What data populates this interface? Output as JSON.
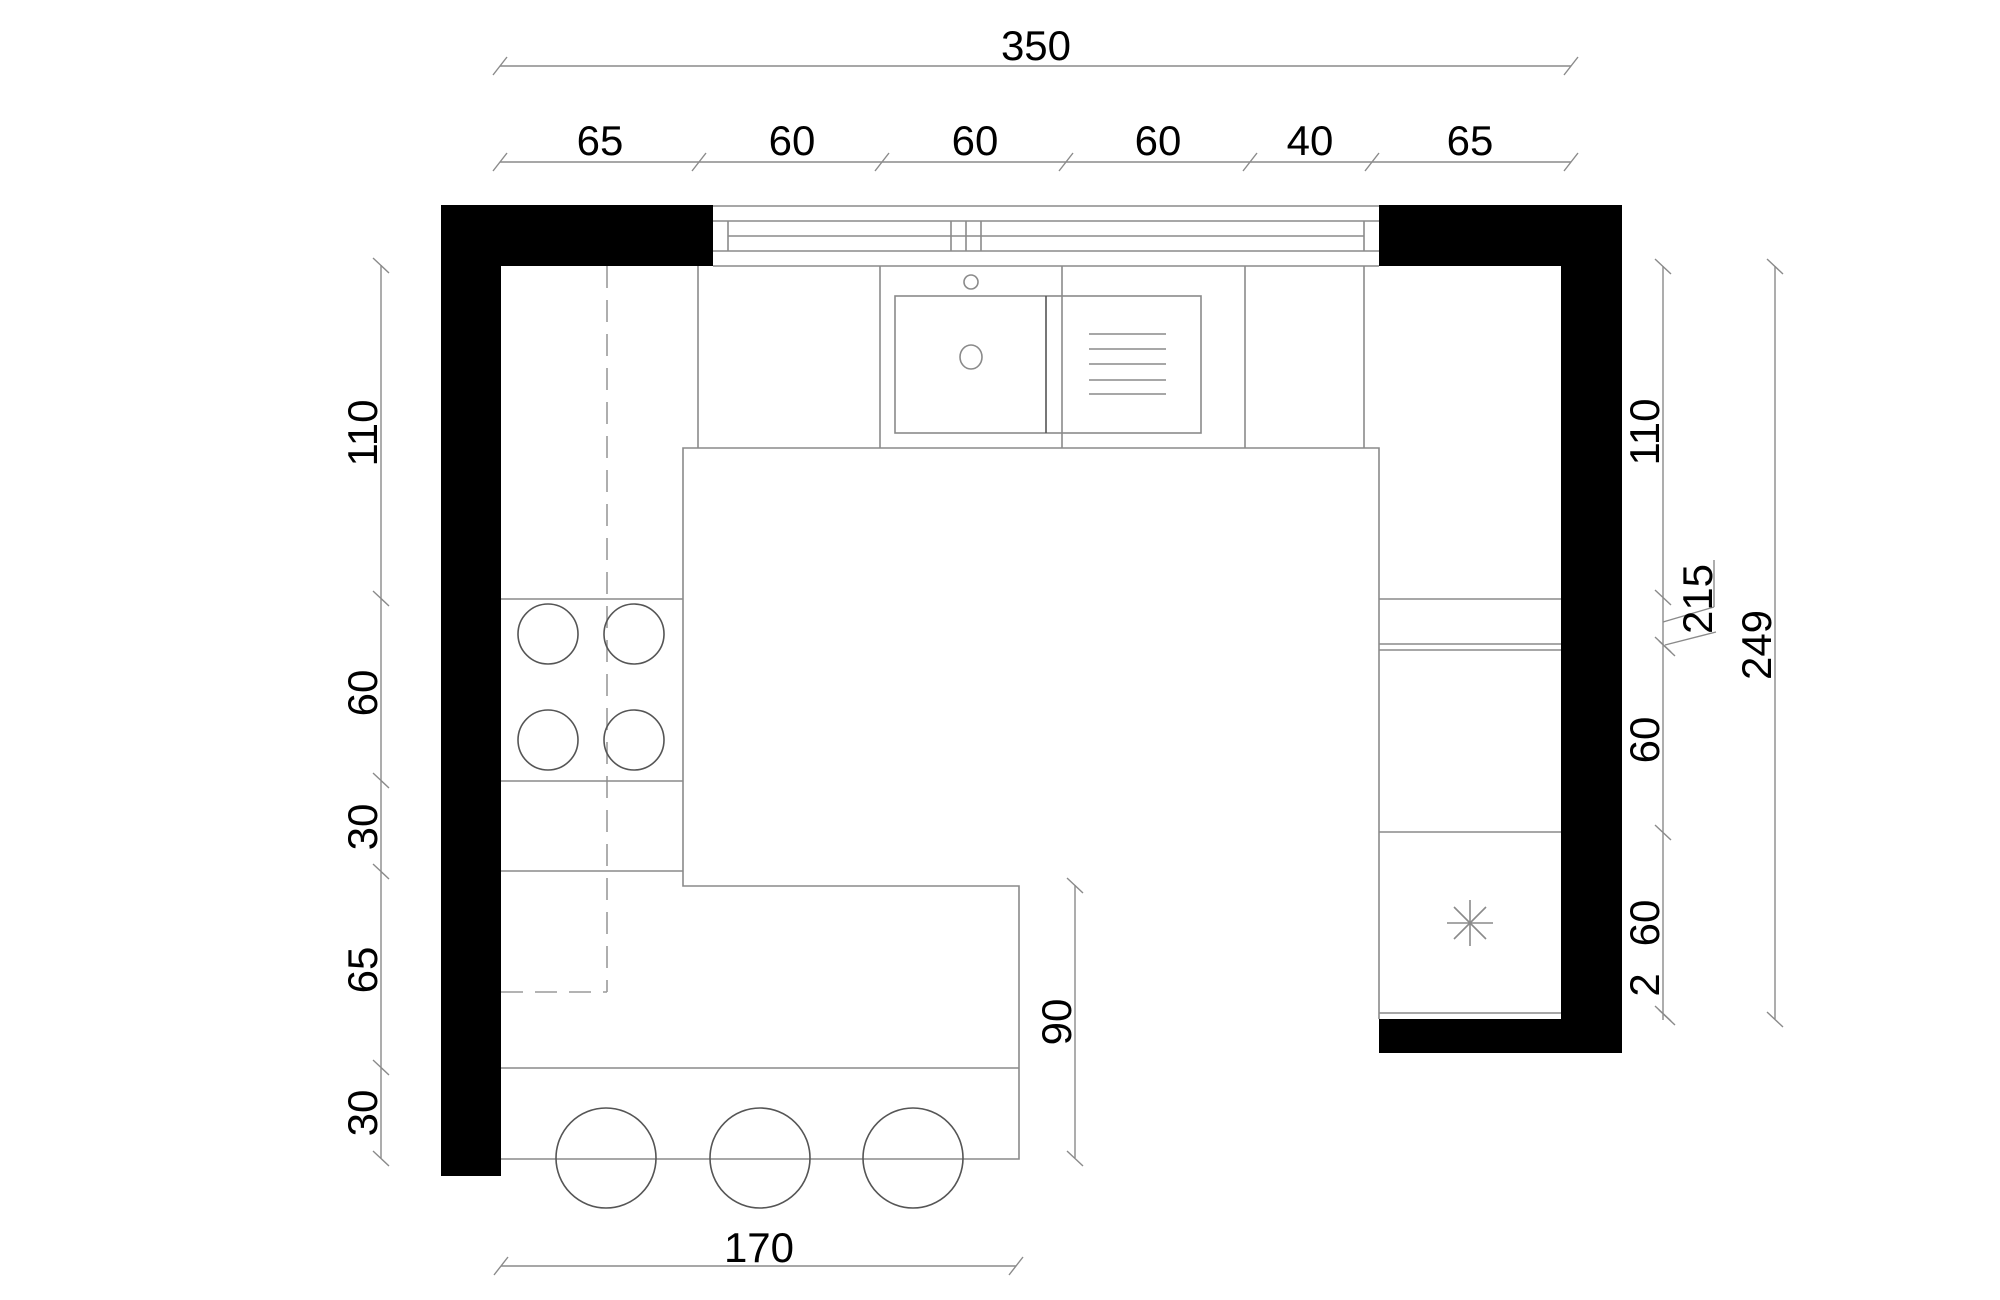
{
  "plan": {
    "title": "U-shaped kitchen floor plan with island",
    "unit": "cm",
    "colors": {
      "wall": "#000000",
      "line": "#8a8a8a",
      "background": "#ffffff"
    }
  },
  "dimensions": {
    "top_total": "350",
    "top_segments": [
      "65",
      "60",
      "60",
      "60",
      "40",
      "65"
    ],
    "left_segments": [
      "110",
      "60",
      "30",
      "65",
      "30"
    ],
    "right_segments": [
      "110",
      "60",
      "60",
      "2"
    ],
    "right_sub": "215",
    "right_total": "249",
    "bar_depth": "90",
    "bottom_bar_width": "170"
  },
  "fixtures": {
    "window": "window-icon",
    "sink": "sink-icon",
    "drainboard": "drainboard-icon",
    "cooktop": "cooktop-icon",
    "stools": [
      "stool-icon",
      "stool-icon",
      "stool-icon"
    ],
    "ceiling_light": "light-star-icon"
  }
}
